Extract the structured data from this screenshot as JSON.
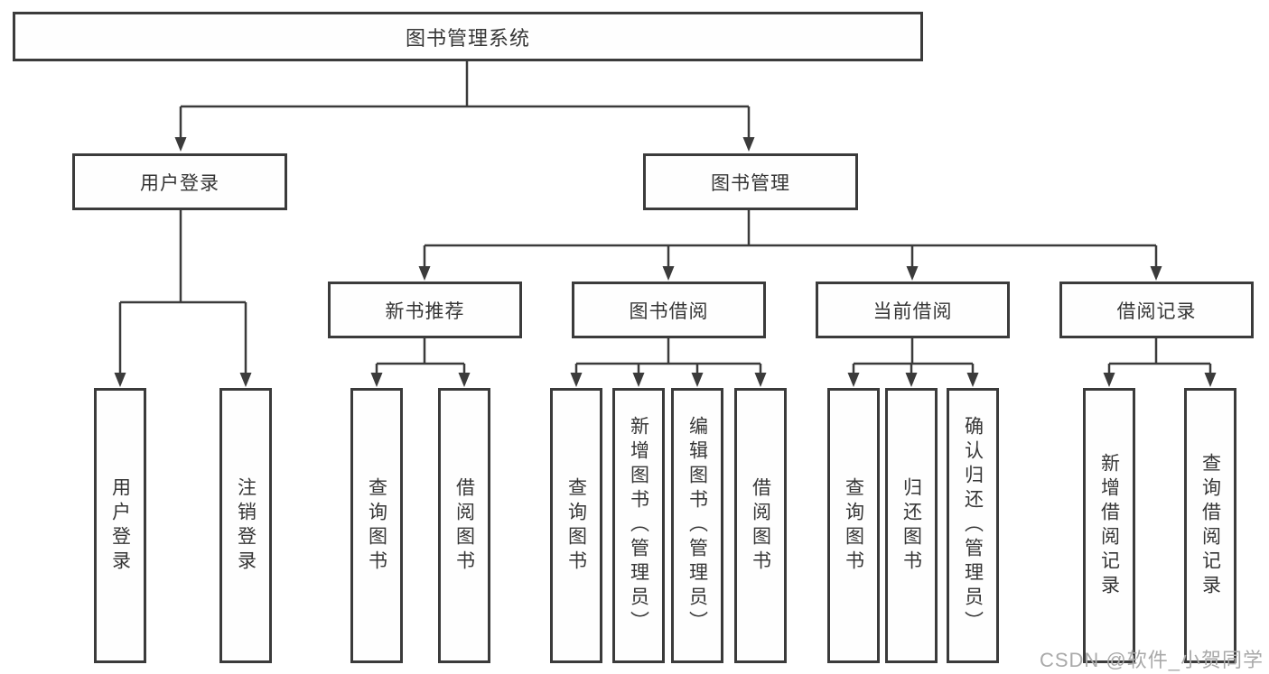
{
  "diagram": {
    "root": {
      "label": "图书管理系统"
    },
    "user_login": {
      "label": "用户登录",
      "children": [
        {
          "label": "用户登录"
        },
        {
          "label": "注销登录"
        }
      ]
    },
    "book_management": {
      "label": "图书管理",
      "sections": [
        {
          "label": "新书推荐",
          "children": [
            {
              "label": "查询图书"
            },
            {
              "label": "借阅图书"
            }
          ]
        },
        {
          "label": "图书借阅",
          "children": [
            {
              "label": "查询图书"
            },
            {
              "label": "新增图书（管理员）"
            },
            {
              "label": "编辑图书（管理员）"
            },
            {
              "label": "借阅图书"
            }
          ]
        },
        {
          "label": "当前借阅",
          "children": [
            {
              "label": "查询图书"
            },
            {
              "label": "归还图书"
            },
            {
              "label": "确认归还（管理员）"
            }
          ]
        },
        {
          "label": "借阅记录",
          "children": [
            {
              "label": "新增借阅记录"
            },
            {
              "label": "查询借阅记录"
            }
          ]
        }
      ]
    }
  },
  "watermark": {
    "text": "CSDN @软件_小贺同学",
    "color": "#a9a9a9"
  },
  "colors": {
    "line": "#3b3b3b",
    "box_border": "#3b3b3b",
    "box_background": "#fefefe",
    "text": "#363636",
    "page_background": "#ffffff"
  }
}
